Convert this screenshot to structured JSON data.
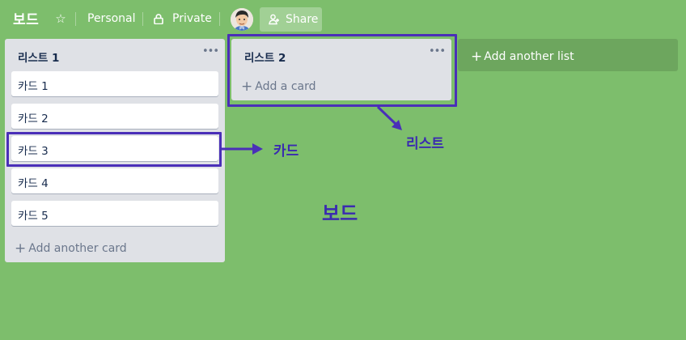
{
  "header": {
    "board_title": "보드",
    "star_icon": "star-icon",
    "personal_label": "Personal",
    "visibility_icon": "lock-icon",
    "visibility_label": "Private",
    "share_icon": "add-person-icon",
    "share_label": "Share"
  },
  "lists": [
    {
      "title": "리스트 1",
      "menu_glyph": "•••",
      "cards": [
        "카드 1",
        "카드 2",
        "카드 3",
        "카드 4",
        "카드 5"
      ],
      "add_label": "Add another card"
    },
    {
      "title": "리스트 2",
      "menu_glyph": "•••",
      "cards": [],
      "add_label": "Add a card"
    }
  ],
  "add_list_label": "Add another list",
  "annotations": {
    "card_label": "카드",
    "list_label": "리스트",
    "board_label": "보드",
    "color": "#3a2bb0"
  },
  "colors": {
    "board_background": "#7dbe6c",
    "list_background": "#dfe1e6",
    "annotation": "#4a2fb8"
  }
}
